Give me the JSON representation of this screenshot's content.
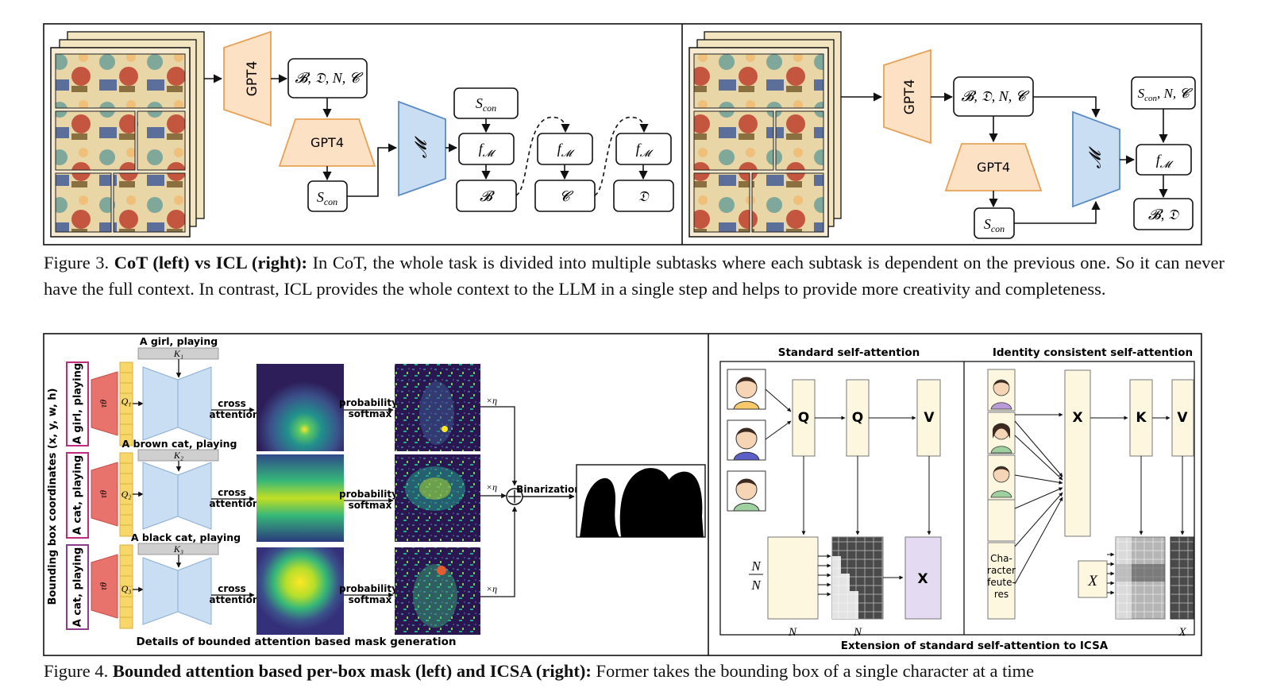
{
  "figure3": {
    "left": {
      "gpt4_top": "GPT4",
      "gpt4_mid": "GPT4",
      "out_bdnc": "𝓑, 𝔇, N, 𝓒",
      "s_con_in": "S_con",
      "s_con_top": "S_con",
      "model": "𝓜",
      "f1": "f_𝓜",
      "f2": "f_𝓜",
      "f3": "f_𝓜",
      "b": "𝓑",
      "c": "𝓒",
      "d": "𝔇"
    },
    "right": {
      "gpt4_top": "GPT4",
      "gpt4_mid": "GPT4",
      "out_bdnc": "𝓑, 𝔇, N, 𝓒",
      "s_con_top": "S_con, N, 𝓒",
      "s_con_in": "S_con",
      "model": "𝓜",
      "f": "f_𝓜",
      "out": "𝓑, 𝔇"
    },
    "caption_prefix": "Figure 3.",
    "caption_bold": "CoT (left) vs ICL (right):",
    "caption_text": "In CoT, the whole task is divided into multiple subtasks where each subtask is dependent on the previous one. So it can never have the full context. In contrast, ICL provides the whole context to the LLM in a single step and helps to provide more creativity and completeness."
  },
  "figure4": {
    "left": {
      "side_label": "Bounding box coordinates (x, y, w, h)",
      "rows": [
        {
          "prompt": "A girl, playing",
          "box": "A girl, playing",
          "key": "K₁",
          "query": "Q₁"
        },
        {
          "prompt": "A brown cat, playing",
          "box": "A cat, playing",
          "key": "K₂",
          "query": "Q₂"
        },
        {
          "prompt": "A black cat, playing",
          "box": "A cat, playing",
          "key": "K₃",
          "query": "Q₃"
        }
      ],
      "tau": "τθ",
      "cross_attention": "cross attention",
      "cross_label_1": "cross",
      "cross_label_2": "attention",
      "prob_label_1": "probability",
      "prob_label_2": "softmax",
      "eta": "×η",
      "binarization": "Binarization",
      "footer": "Details of bounded attention based mask generation"
    },
    "right": {
      "std_title": "Standard self-attention",
      "icsa_title": "Identity consistent self-attention",
      "q": "Q",
      "k": "K",
      "v": "V",
      "x": "X",
      "n_num": "N",
      "n_den": "N",
      "n_bottom_1": "N",
      "n_bottom_2": "N",
      "x_italic": "X",
      "x_bottom": "X",
      "char_features": "Cha- racter feute- res",
      "footer": "Extension of standard self-attention to ICSA"
    },
    "caption_prefix": "Figure 4.",
    "caption_bold": "Bounded attention based per-box mask (left) and ICSA (right):",
    "caption_text": "Former takes the bounding box of a single character at a time"
  },
  "colors": {
    "gpt_fill": "#fde1c4",
    "gpt_stroke": "#e5a257",
    "model_fill": "#c9ddf3",
    "model_stroke": "#5b8cc4",
    "tau_fill": "#e8736c",
    "query_fill": "#f7d76a",
    "box_border": "#c02b7f",
    "cream": "#fdf7e0",
    "lavender": "#e4daf1"
  }
}
